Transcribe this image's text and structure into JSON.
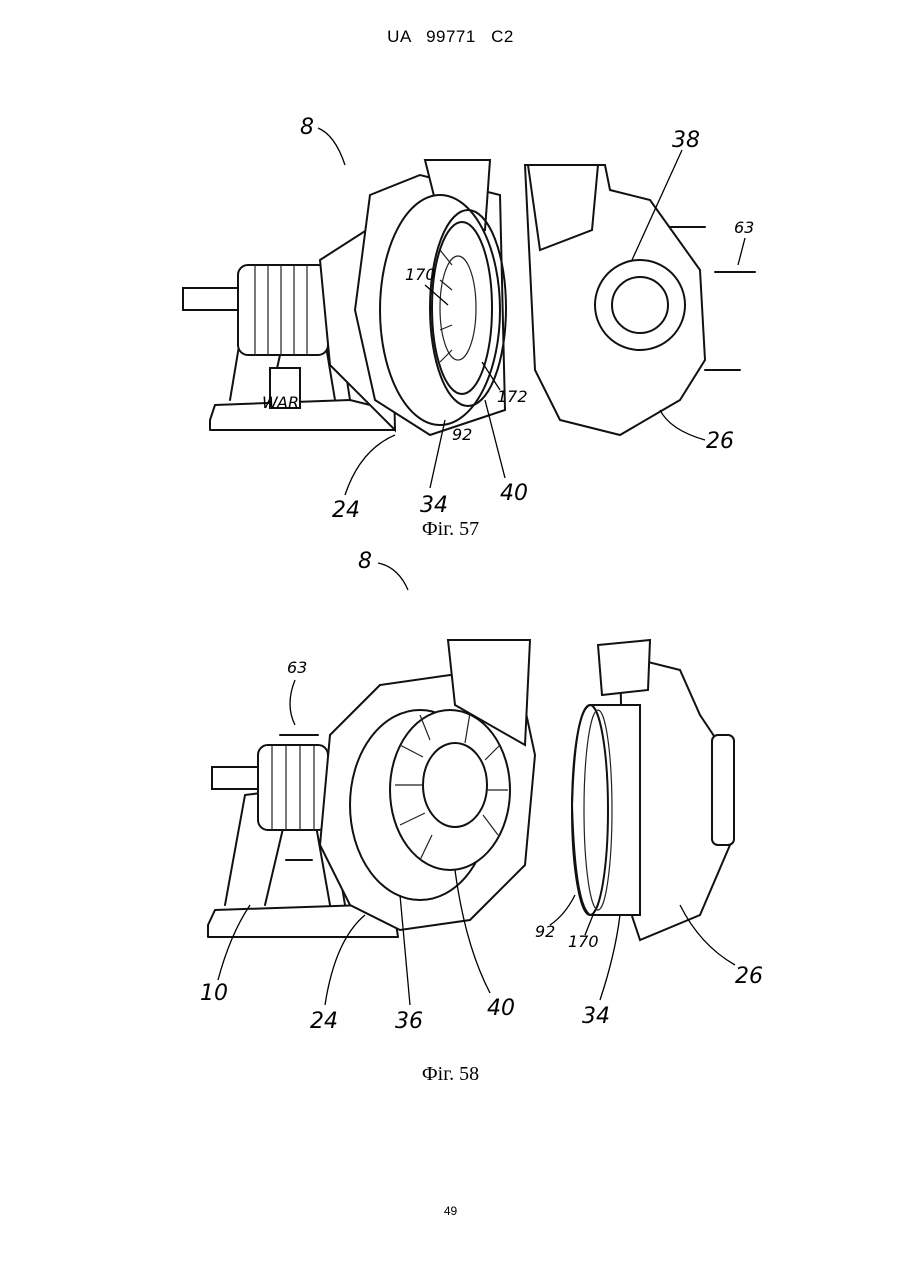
{
  "header": {
    "patent_number": "UA   99771   C2"
  },
  "figure_57": {
    "caption": "Фіг. 57",
    "refs": {
      "r8": "8",
      "r38": "38",
      "r63": "63",
      "r170": "170",
      "r172": "172",
      "r92": "92",
      "r26": "26",
      "r24": "24",
      "r34": "34",
      "r40": "40"
    },
    "stamp": "WAR"
  },
  "figure_58": {
    "caption": "Фіг. 58",
    "refs": {
      "r8": "8",
      "r63": "63",
      "r10": "10",
      "r24": "24",
      "r36": "36",
      "r40": "40",
      "r92": "92",
      "r170": "170",
      "r34": "34",
      "r26": "26"
    }
  },
  "footer": {
    "page_number": "49"
  }
}
